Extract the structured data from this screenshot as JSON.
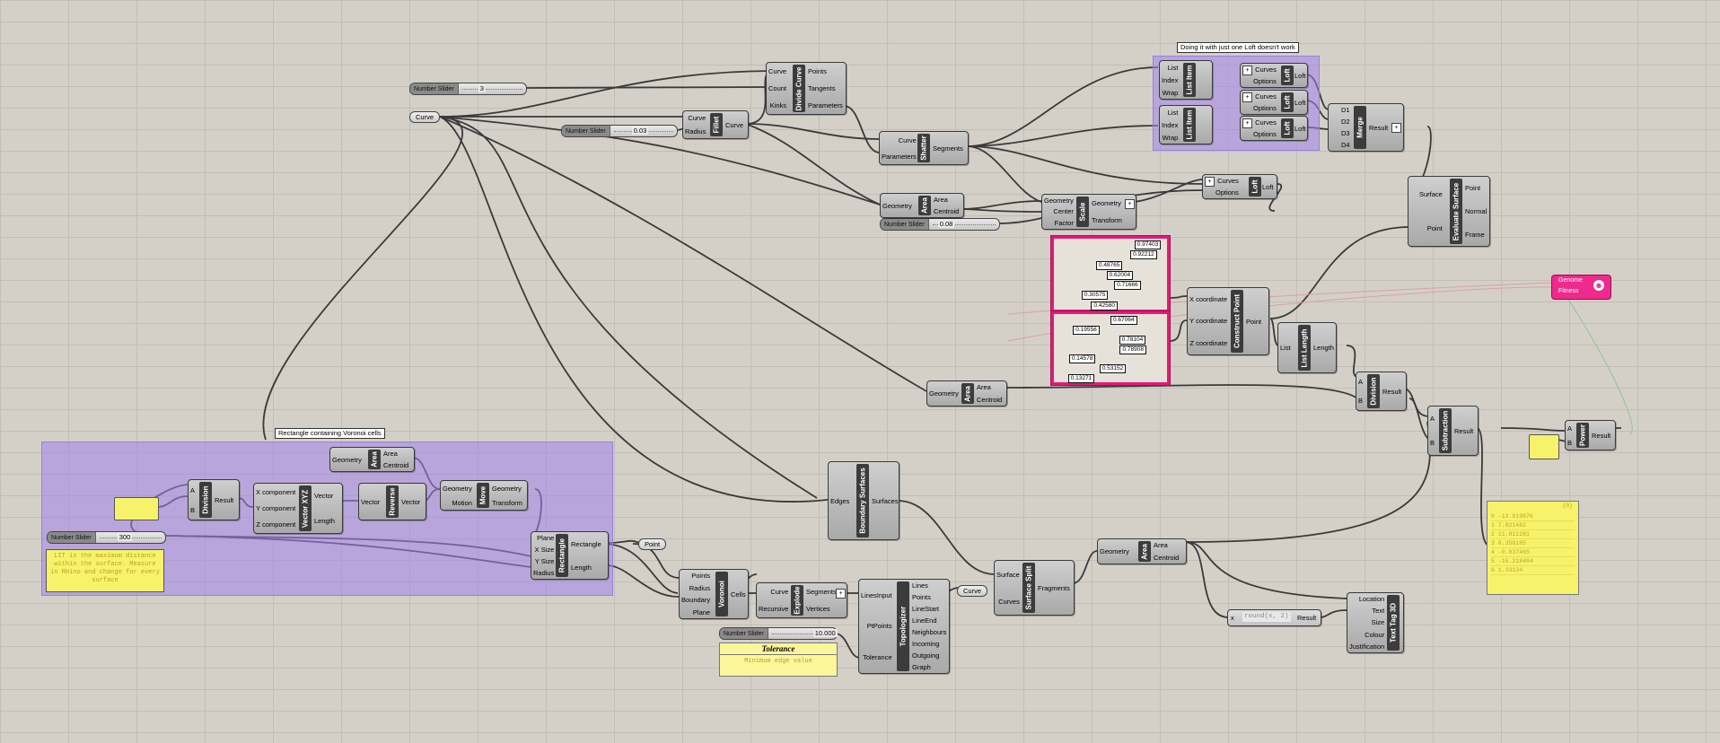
{
  "components": {
    "number_slider_label": "Number Slider",
    "curve": "Curve",
    "count": "Count",
    "kinks": "Kinks",
    "points": "Points",
    "tangents": "Tangents",
    "parameters": "Parameters",
    "divide_curve": "Divide Curve",
    "radius": "Radius",
    "fillet": "Fillet",
    "shatter": "Shatter",
    "segments": "Segments",
    "geometry": "Geometry",
    "area": "Area",
    "centroid": "Centroid",
    "scale": "Scale",
    "center": "Center",
    "factor": "Factor",
    "transform": "Transform",
    "list": "List",
    "index": "Index",
    "wrap": "Wrap",
    "list_item": "List Item",
    "curves": "Curves",
    "options": "Options",
    "loft": "Loft",
    "merge": "Merge",
    "result": "Result",
    "evaluate_surface": "Evaluate Surface",
    "surface": "Surface",
    "point": "Point",
    "normal": "Normal",
    "frame": "Frame",
    "construct_point": "Construct Point",
    "x_coordinate": "X coordinate",
    "y_coordinate": "Y coordinate",
    "z_coordinate": "Z coordinate",
    "list_length": "List Length",
    "length": "Length",
    "division": "Division",
    "subtraction": "Subtraction",
    "power": "Power",
    "a": "A",
    "b": "B",
    "vector_xyz": "Vector XYZ",
    "x_component": "X component",
    "y_component": "Y component",
    "z_component": "Z component",
    "vector": "Vector",
    "reverse": "Reverse",
    "move": "Move",
    "motion": "Motion",
    "rectangle": "Rectangle",
    "plane": "Plane",
    "x_size": "X Size",
    "y_size": "Y Size",
    "voronoi": "Voronoi",
    "boundary": "Boundary",
    "cells": "Cells",
    "explode": "Explode",
    "recursive": "Recursive",
    "vertices": "Vertices",
    "topologizer": "Topologizer",
    "lines_input": "LinesInput",
    "pt_points": "PtPoints",
    "tolerance_in": "Tolerance",
    "lines": "Lines",
    "line_start": "LineStart",
    "line_end": "LineEnd",
    "neighbours": "Neighbours",
    "incoming": "Incoming",
    "outgoing": "Outgoing",
    "graph": "Graph",
    "boundary_surfaces": "Boundary Surfaces",
    "edges": "Edges",
    "surfaces": "Surfaces",
    "surface_split": "Surface Split",
    "fragments": "Fragments",
    "text_tag_3d": "Text Tag 3D",
    "location": "Location",
    "text": "Text",
    "size": "Size",
    "colour": "Colour",
    "justification": "Justification",
    "genome": "Genome",
    "fitness": "Fitness"
  },
  "sliders": {
    "divide_count": "3",
    "fillet_radius": "0.03",
    "scale_factor": "0.08",
    "rect_size": "300",
    "tolerance": "10.000"
  },
  "tooltips": {
    "loft_note": "Doing it with just one Loft doesn't work",
    "rect_note": "Rectangle containing Voronoi cells"
  },
  "notes": {
    "lit_note": "LIT is the maximum distance within the surface. Measure in RHino and change for every surface",
    "tolerance_title": "Tolerance",
    "tolerance_body": "Minimum edge value"
  },
  "expression": "round(x, 2)",
  "genepool1": [
    "0.97403",
    "0.92212",
    "0.48765",
    "0.62004",
    "0.71666",
    "0.30575",
    "0.42580"
  ],
  "genepool2": [
    "0.67064",
    "0.19556",
    "0.78104",
    "0.78908",
    "0.14578",
    "0.53152",
    "0.13271"
  ],
  "panel_values": [
    "0 -13.819876",
    "1 7.821482",
    "2 11.811281",
    "3 8.356185",
    "4 -0.837465",
    "5 -15.218484",
    "6 1.33134"
  ],
  "panel_header": "{0}",
  "colors": {
    "group": "#a082eb",
    "genepool": "#e6197a",
    "panel": "#f6f36b"
  }
}
